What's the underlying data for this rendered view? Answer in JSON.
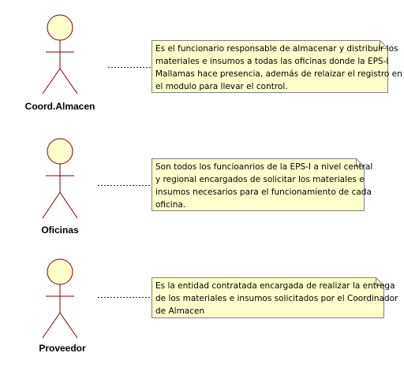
{
  "colors": {
    "actor_fill": "#ffffcc",
    "actor_stroke": "#800000",
    "note_fill": "#ffffcc",
    "note_stroke": "#808080",
    "connector": "#800000"
  },
  "actors": [
    {
      "name": "Coord.Almacen",
      "note_lines": [
        "Es el funcionario responsable de almacenar y distribuir los",
        "materiales e insumos a todas las oficinas donde la EPS-I",
        "Mallamas hace presencia, además de relaizar el registro en",
        "el modulo para llevar el control."
      ]
    },
    {
      "name": "Oficinas",
      "note_lines": [
        "Son todos los funcioanrios de la EPS-I a nivel central",
        "y regional encargados de solicitar los materiales e",
        "insumos necesarios para el funcionamiento de cada",
        "oficina."
      ]
    },
    {
      "name": "Proveedor",
      "note_lines": [
        "Es la entidad contratada encargada de realizar la entrega",
        "de los materiales e insumos solicitados por el Coordinador",
        "de Almacen"
      ]
    }
  ]
}
